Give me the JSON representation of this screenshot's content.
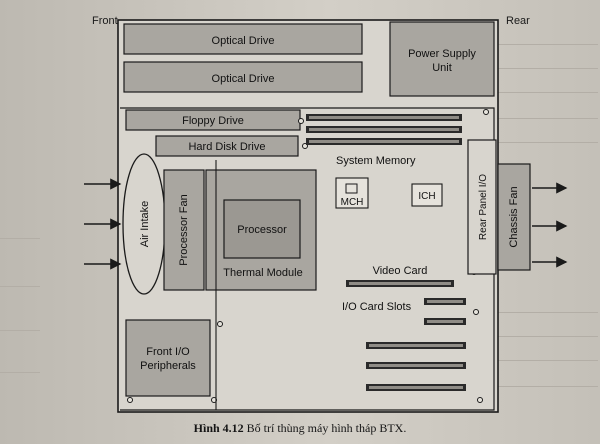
{
  "labels": {
    "front": "Front",
    "rear": "Rear",
    "optical_drive_1": "Optical Drive",
    "optical_drive_2": "Optical Drive",
    "power_supply_line1": "Power Supply",
    "power_supply_line2": "Unit",
    "floppy_drive": "Floppy Drive",
    "hard_disk_drive": "Hard Disk Drive",
    "system_memory": "System Memory",
    "mch": "MCH",
    "ich": "ICH",
    "rear_panel_io": "Rear Panel I/O",
    "chassis_fan": "Chassis Fan",
    "air_intake": "Air Intake",
    "processor_fan": "Processor Fan",
    "processor": "Processor",
    "thermal_module": "Thermal Module",
    "video_card": "Video Card",
    "io_card_slots": "I/O Card Slots",
    "front_io_line1": "Front I/O",
    "front_io_line2": "Peripherals"
  },
  "caption": {
    "number": "Hình 4.12",
    "text": "Bố trí thùng máy hình tháp BTX."
  },
  "colors": {
    "outline": "#1a1a1a",
    "component_fill": "#a9a6a0",
    "processor_fill": "#9b9892"
  }
}
